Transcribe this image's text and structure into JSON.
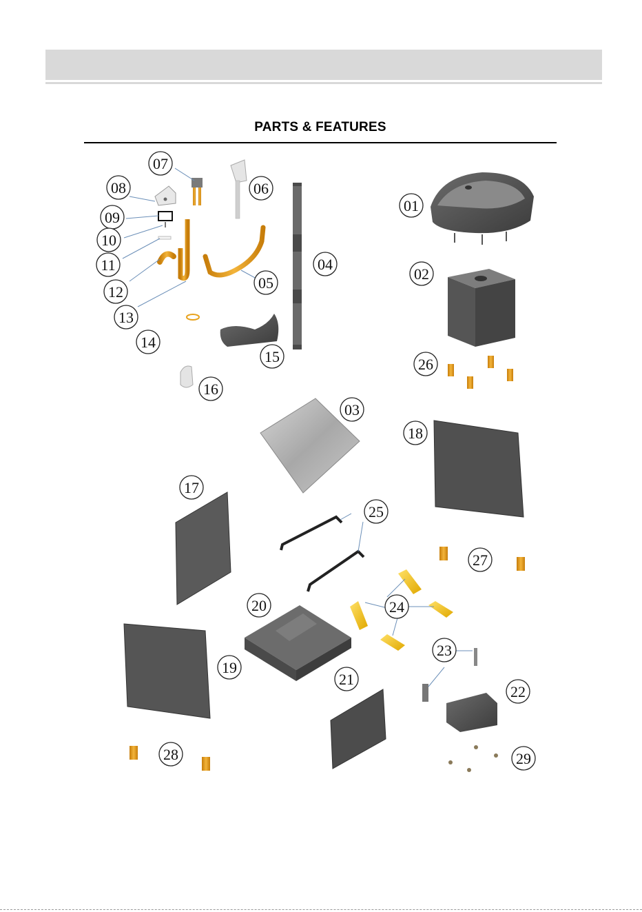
{
  "page": {
    "section_title": "PARTS & FEATURES"
  },
  "parts": [
    {
      "number": "01",
      "name": "part-01"
    },
    {
      "number": "02",
      "name": "part-02"
    },
    {
      "number": "03",
      "name": "part-03"
    },
    {
      "number": "04",
      "name": "part-04"
    },
    {
      "number": "05",
      "name": "part-05"
    },
    {
      "number": "06",
      "name": "part-06"
    },
    {
      "number": "07",
      "name": "part-07"
    },
    {
      "number": "08",
      "name": "part-08"
    },
    {
      "number": "09",
      "name": "part-09"
    },
    {
      "number": "10",
      "name": "part-10"
    },
    {
      "number": "11",
      "name": "part-11"
    },
    {
      "number": "12",
      "name": "part-12"
    },
    {
      "number": "13",
      "name": "part-13"
    },
    {
      "number": "14",
      "name": "part-14"
    },
    {
      "number": "15",
      "name": "part-15"
    },
    {
      "number": "16",
      "name": "part-16"
    },
    {
      "number": "17",
      "name": "part-17"
    },
    {
      "number": "18",
      "name": "part-18"
    },
    {
      "number": "19",
      "name": "part-19"
    },
    {
      "number": "20",
      "name": "part-20"
    },
    {
      "number": "21",
      "name": "part-21"
    },
    {
      "number": "22",
      "name": "part-22"
    },
    {
      "number": "23",
      "name": "part-23"
    },
    {
      "number": "24",
      "name": "part-24"
    },
    {
      "number": "25",
      "name": "part-25"
    },
    {
      "number": "26",
      "name": "part-26"
    },
    {
      "number": "27",
      "name": "part-27"
    },
    {
      "number": "28",
      "name": "part-28"
    },
    {
      "number": "29",
      "name": "part-29"
    }
  ],
  "colors": {
    "header_band": "#d9d9d9",
    "panel_dark": "#4a4a4a",
    "panel_mid": "#8c8c8c",
    "foam": "#b0b0b0",
    "brass": "#e8a21c",
    "yellow_bracket": "#f2c81a"
  }
}
